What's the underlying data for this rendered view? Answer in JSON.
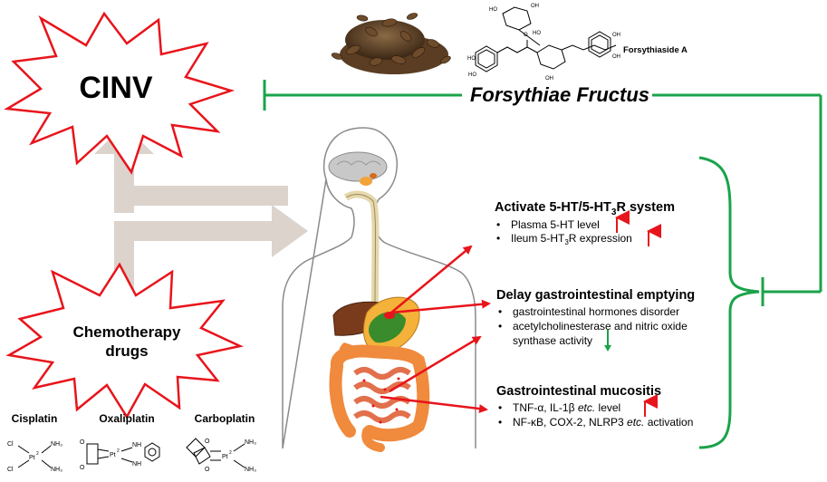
{
  "cinv": {
    "label": "CINV"
  },
  "herb": {
    "name": "Forsythiae Fructus",
    "compound": "Forsythiaside A"
  },
  "drugs": {
    "label_line1": "Chemotherapy",
    "label_line2": "drugs",
    "names": [
      "Cisplatin",
      "Oxaliplatin",
      "Carboplatin"
    ]
  },
  "mechanisms": [
    {
      "title_part1": "Activate 5-HT/5-HT",
      "title_sub": "3",
      "title_part2": "R system",
      "bullets": [
        {
          "text": "Plasma 5-HT level",
          "trend": "up"
        },
        {
          "text_part1": "Ileum 5-HT",
          "text_sub": "3",
          "text_part2": "R expression",
          "trend": "up"
        }
      ]
    },
    {
      "title": "Delay gastrointestinal emptying",
      "bullets": [
        {
          "text": "gastrointestinal hormones disorder"
        },
        {
          "text": "acetylcholinesterase and nitric oxide"
        },
        {
          "text": "synthase activity",
          "trend": "down"
        }
      ]
    },
    {
      "title": "Gastrointestinal mucositis",
      "bullets": [
        {
          "text_part1": "TNF-α, IL-1β ",
          "text_ital": "etc.",
          "text_part2": " level",
          "trend": "up"
        },
        {
          "text_part1": "NF-κB, COX-2, NLRP3 ",
          "text_ital": "etc.",
          "text_part2": " activation"
        }
      ]
    }
  ],
  "bullet_symbol": "•",
  "colors": {
    "inhibit_green": "#1aa34a",
    "arrow_red": "#e8141b",
    "burst_red": "#e8141b",
    "beige_arrow": "#dbd3cc",
    "body_outline": "#888888",
    "intestine_orange": "#f08a3c",
    "stomach_green": "#3a8b2c"
  },
  "icons": [
    "herb-seed-pile-icon",
    "brain-icon",
    "digestive-system-icon",
    "molecule-icon"
  ]
}
